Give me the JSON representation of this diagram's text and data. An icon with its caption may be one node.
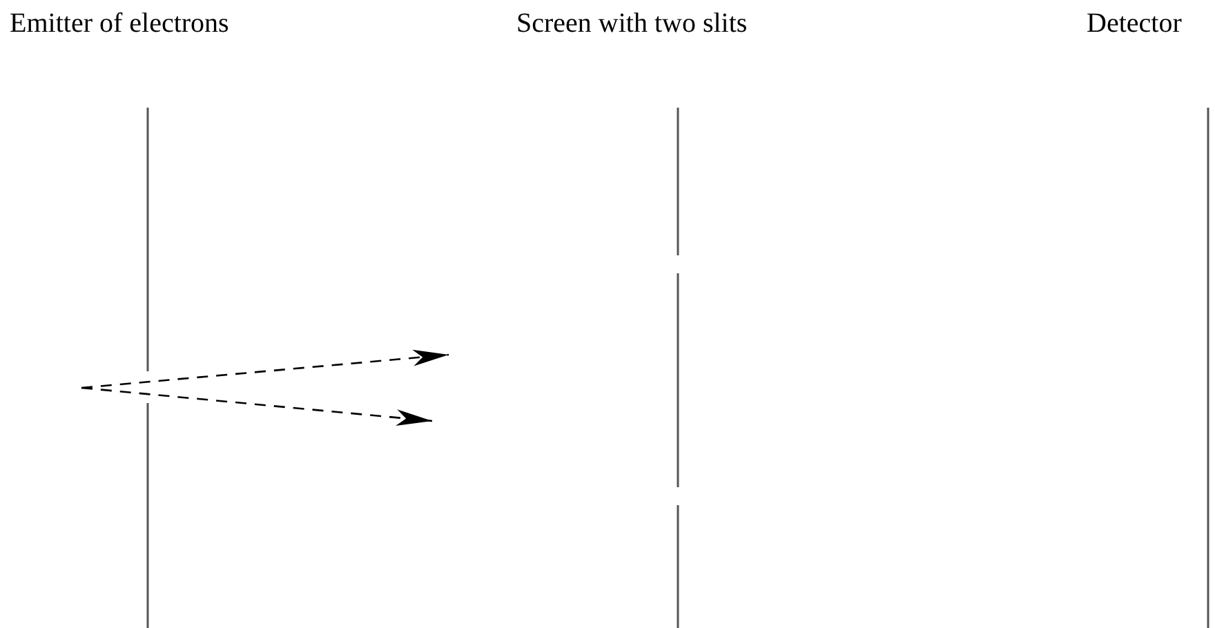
{
  "diagram": {
    "labels": [
      "Emitter of electrons",
      "Screen with two slits",
      "Detector"
    ]
  }
}
